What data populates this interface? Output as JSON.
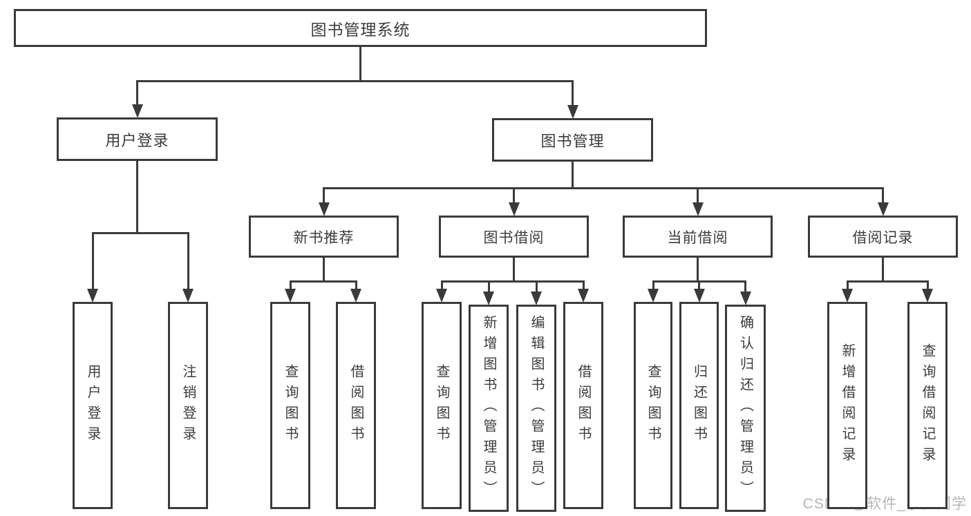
{
  "diagram": {
    "type": "tree",
    "title": "图书管理系统",
    "nodes": [
      {
        "id": "root",
        "label": "图书管理系统",
        "parent": null
      },
      {
        "id": "user-login-group",
        "label": "用户登录",
        "parent": "root"
      },
      {
        "id": "book-mgmt",
        "label": "图书管理",
        "parent": "root"
      },
      {
        "id": "user-login",
        "label": "用户登录",
        "parent": "user-login-group"
      },
      {
        "id": "logout",
        "label": "注销登录",
        "parent": "user-login-group"
      },
      {
        "id": "new-book-rec",
        "label": "新书推荐",
        "parent": "book-mgmt"
      },
      {
        "id": "book-borrow",
        "label": "图书借阅",
        "parent": "book-mgmt"
      },
      {
        "id": "current-borrow",
        "label": "当前借阅",
        "parent": "book-mgmt"
      },
      {
        "id": "borrow-records",
        "label": "借阅记录",
        "parent": "book-mgmt"
      },
      {
        "id": "nbr-query",
        "label": "查询图书",
        "parent": "new-book-rec"
      },
      {
        "id": "nbr-borrow",
        "label": "借阅图书",
        "parent": "new-book-rec"
      },
      {
        "id": "bb-query",
        "label": "查询图书",
        "parent": "book-borrow"
      },
      {
        "id": "bb-add",
        "label": "新增图书（管理员）",
        "parent": "book-borrow"
      },
      {
        "id": "bb-edit",
        "label": "编辑图书（管理员）",
        "parent": "book-borrow"
      },
      {
        "id": "bb-borrow",
        "label": "借阅图书",
        "parent": "book-borrow"
      },
      {
        "id": "cb-query",
        "label": "查询图书",
        "parent": "current-borrow"
      },
      {
        "id": "cb-return",
        "label": "归还图书",
        "parent": "current-borrow"
      },
      {
        "id": "cb-confirm",
        "label": "确认归还（管理员）",
        "parent": "current-borrow"
      },
      {
        "id": "br-add",
        "label": "新增借阅记录",
        "parent": "borrow-records"
      },
      {
        "id": "br-query",
        "label": "查询借阅记录",
        "parent": "borrow-records"
      }
    ],
    "colors": {
      "line": "#3a3a3a",
      "text": "#3c3c3c",
      "background": "#ffffff",
      "watermark": "#afb1b4"
    },
    "watermark": "CSDN @软件_小贺同学"
  }
}
